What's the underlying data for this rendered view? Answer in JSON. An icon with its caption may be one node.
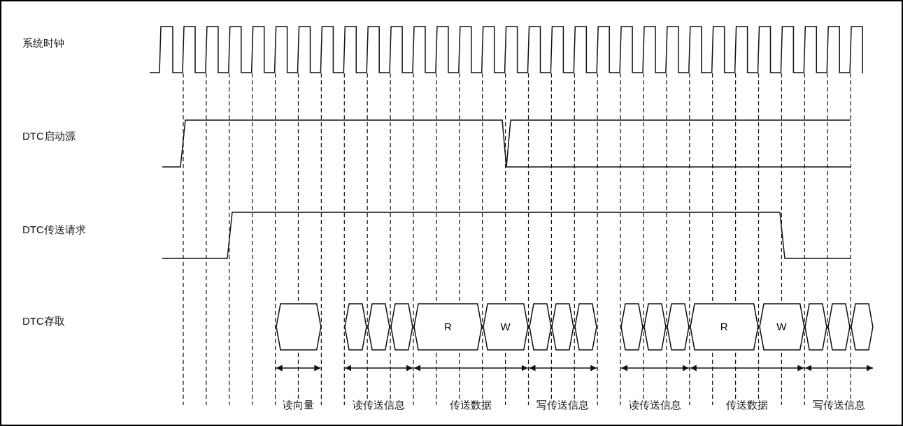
{
  "diagram": {
    "nodes": [
      {
        "text": [],
        "shape": "hexagon"
      },
      {
        "text": [],
        "shape": "hexagon"
      },
      {
        "text": [],
        "shape": "hexagon"
      },
      {
        "text": [],
        "shape": "hexagon"
      },
      {
        "text": [
          "R"
        ]
      },
      {
        "text": [
          "W"
        ]
      },
      {
        "text": [],
        "shape": "hexagon"
      },
      {
        "text": [],
        "shape": "hexagon"
      },
      {
        "text": [],
        "shape": "hexagon"
      },
      {
        "text": [],
        "shape": "hexagon"
      },
      {
        "text": [],
        "shape": "hexagon"
      },
      {
        "text": [],
        "shape": "hexagon"
      },
      {
        "text": [
          "R"
        ]
      },
      {
        "text": [
          "W"
        ]
      },
      {
        "text": [],
        "shape": "hexagon"
      },
      {
        "text": [],
        "shape": "hexagon"
      },
      {
        "text": [],
        "shape": "hexagon"
      }
    ],
    "labels": [
      "系统时钟",
      "DTC启动源",
      "DTC传送请求",
      "DTC存取",
      "读向量",
      "读传送信息",
      "传送数据",
      "写传送信息",
      "读传送信息",
      "传送数据",
      "写传送信息"
    ]
  }
}
